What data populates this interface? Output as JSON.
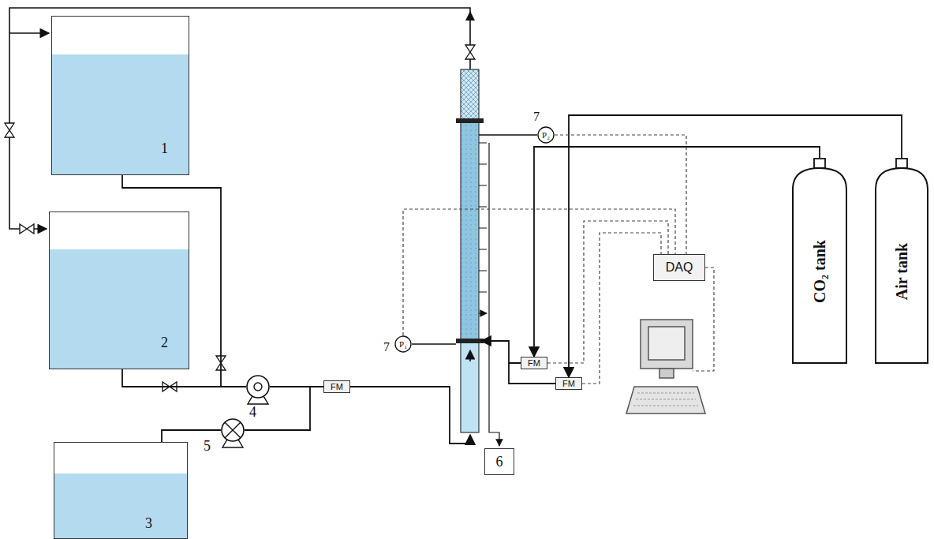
{
  "diagram": {
    "nodes": [
      {
        "text": [
          "1"
        ]
      },
      {
        "text": [
          "2"
        ]
      },
      {
        "text": [
          "3"
        ]
      },
      {
        "text": [
          "4"
        ]
      },
      {
        "text": [
          "5"
        ]
      },
      {
        "text": [
          "FM"
        ]
      },
      {
        "text": [
          "P₂"
        ]
      },
      {
        "text": [
          "P₁"
        ]
      },
      {
        "text": [
          "FM"
        ]
      },
      {
        "text": [
          "FM"
        ]
      },
      {
        "text": [
          "DAQ"
        ]
      },
      {
        "text": [
          "CO₂ tank"
        ]
      },
      {
        "text": [
          "Air tank"
        ]
      },
      {
        "text": [
          "6"
        ]
      }
    ],
    "edges": [
      {
        "from": 0,
        "to": 3,
        "arrow": "none"
      },
      {
        "from": 1,
        "to": 3,
        "arrow": "none"
      },
      {
        "from": 2,
        "to": 4,
        "arrow": "none"
      },
      {
        "from": 3,
        "to": 5,
        "arrow": "none"
      },
      {
        "from": 4,
        "to": 5,
        "arrow": "none"
      },
      {
        "from": 11,
        "to": 8,
        "arrow": "to"
      },
      {
        "from": 12,
        "to": 9,
        "arrow": "to"
      },
      {
        "from": 6,
        "to": 10,
        "arrow": "none"
      },
      {
        "from": 7,
        "to": 10,
        "arrow": "none"
      },
      {
        "from": 8,
        "to": 10,
        "arrow": "none"
      },
      {
        "from": 9,
        "to": 10,
        "arrow": "none"
      }
    ],
    "labels": [
      "7",
      "7"
    ]
  }
}
